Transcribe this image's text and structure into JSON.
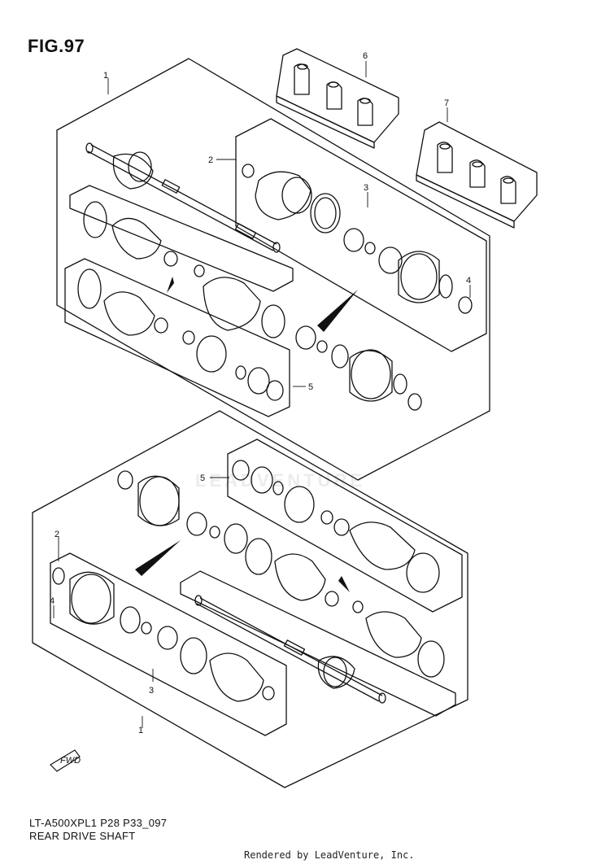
{
  "figure": {
    "title": "FIG.97",
    "model_code": "LT-A500XPL1 P28 P33_097",
    "description": "REAR DRIVE SHAFT",
    "rendered_by": "Rendered by LeadVenture, Inc.",
    "watermark": "LEADVENTURE"
  },
  "callouts": {
    "top_1": "1",
    "top_2": "2",
    "top_3": "3",
    "top_4": "4",
    "top_5": "5",
    "top_6": "6",
    "top_7": "7",
    "bot_5": "5",
    "bot_2": "2",
    "bot_4": "4",
    "bot_3": "3",
    "bot_1": "1"
  },
  "fwd_label": "FWD"
}
